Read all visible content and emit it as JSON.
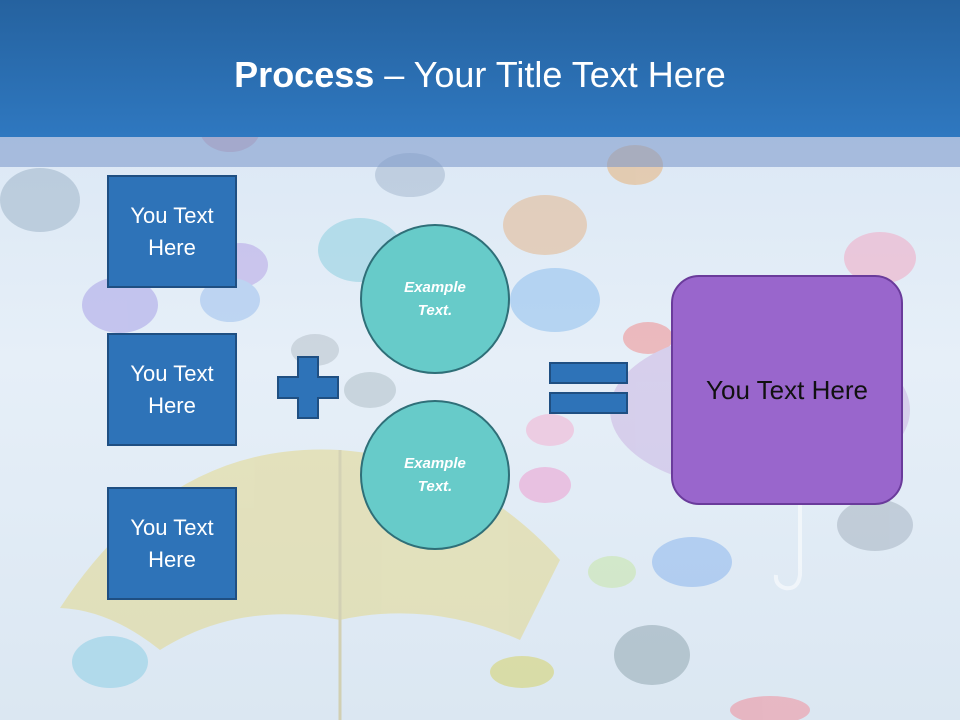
{
  "title": {
    "bold": "Process",
    "rest": " – Your Title Text Here"
  },
  "inputs": [
    "You Text Here",
    "You Text Here",
    "You Text Here"
  ],
  "circles": [
    "Example Text.",
    "Example Text."
  ],
  "result": "You Text Here",
  "icons": {
    "operator_1": "plus-icon",
    "operator_2": "equals-icon"
  },
  "colors": {
    "title_bar": "#2f78c0",
    "input_box": "#2e73b8",
    "circle": "#67cbc9",
    "result_box": "#9966cc"
  }
}
